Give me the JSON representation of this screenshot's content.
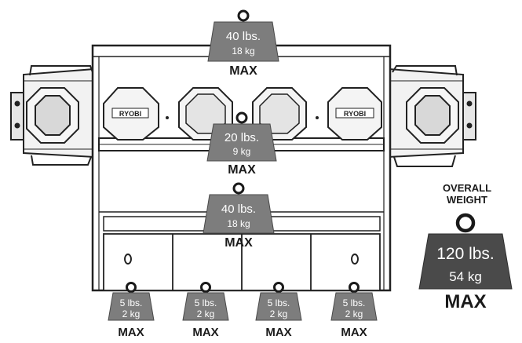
{
  "overall": {
    "caption_line1": "OVERALL",
    "caption_line2": "WEIGHT",
    "lbs": "120 lbs.",
    "kg": "54 kg",
    "max": "MAX"
  },
  "weights": {
    "top": {
      "lbs": "40 lbs.",
      "kg": "18 kg",
      "max": "MAX"
    },
    "middle": {
      "lbs": "20 lbs.",
      "kg": "9 kg",
      "max": "MAX"
    },
    "lower": {
      "lbs": "40 lbs.",
      "kg": "18 kg",
      "max": "MAX"
    },
    "hooks": [
      {
        "lbs": "5 lbs.",
        "kg": "2 kg",
        "max": "MAX"
      },
      {
        "lbs": "5 lbs.",
        "kg": "2 kg",
        "max": "MAX"
      },
      {
        "lbs": "5 lbs.",
        "kg": "2 kg",
        "max": "MAX"
      },
      {
        "lbs": "5 lbs.",
        "kg": "2 kg",
        "max": "MAX"
      }
    ]
  },
  "battery_labels": [
    "RYOBI",
    "RYOBI"
  ],
  "colors": {
    "weight_fill": "#7d7d7d",
    "weight_fill_dark": "#4a4a4a",
    "line": "#222222"
  }
}
